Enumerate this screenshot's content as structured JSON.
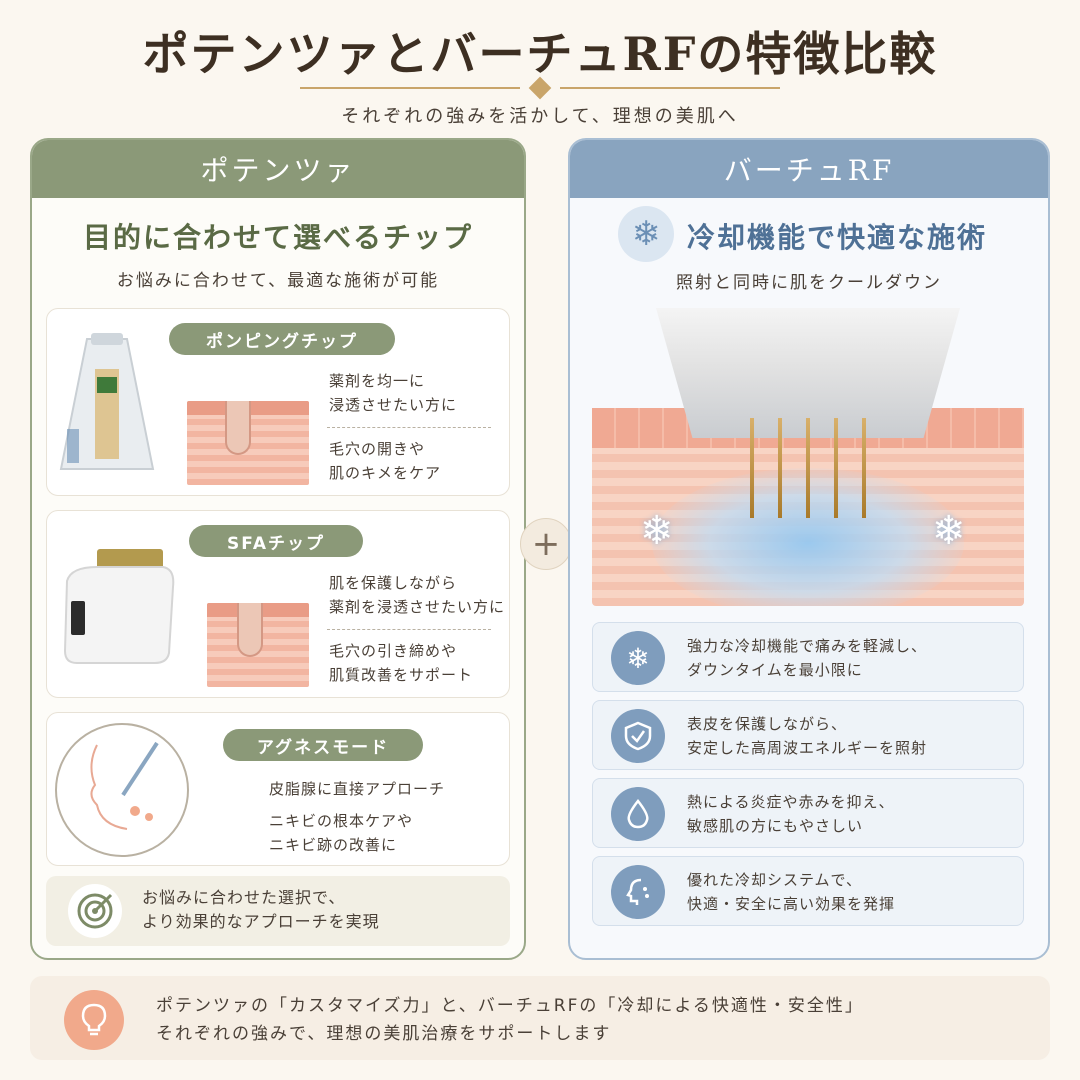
{
  "header": {
    "title": "ポテンツァとバーチュRFの特徴比較",
    "subtitle": "それぞれの強みを活かして、理想の美肌へ"
  },
  "left": {
    "name": "ポテンツァ",
    "headline": "目的に合わせて選べるチップ",
    "subline": "お悩みに合わせて、最適な施術が可能",
    "tips": [
      {
        "name": "ポンピングチップ",
        "line1": "薬剤を均一に",
        "line2": "浸透させたい方に",
        "line3": "毛穴の開きや",
        "line4": "肌のキメをケア"
      },
      {
        "name": "SFAチップ",
        "line1": "肌を保護しながら",
        "line2": "薬剤を浸透させたい方に",
        "line3": "毛穴の引き締めや",
        "line4": "肌質改善をサポート"
      },
      {
        "name": "アグネスモード",
        "line1": "皮脂腺に直接アプローチ",
        "line2": "ニキビの根本ケアや",
        "line3": "ニキビ跡の改善に"
      }
    ],
    "note": {
      "line1": "お悩みに合わせた選択で、",
      "line2": "より効果的なアプローチを実現"
    }
  },
  "right": {
    "name": "バーチュRF",
    "headline": "冷却機能で快適な施術",
    "subline": "照射と同時に肌をクールダウン",
    "features": [
      {
        "icon": "snowflake-icon",
        "line1": "強力な冷却機能で痛みを軽減し、",
        "line2": "ダウンタイムを最小限に"
      },
      {
        "icon": "shield-check-icon",
        "line1": "表皮を保護しながら、",
        "line2": "安定した高周波エネルギーを照射"
      },
      {
        "icon": "water-drop-icon",
        "line1": "熱による炎症や赤みを抑え、",
        "line2": "敏感肌の方にもやさしい"
      },
      {
        "icon": "face-profile-icon",
        "line1": "優れた冷却システムで、",
        "line2": "快適・安全に高い効果を発揮"
      }
    ]
  },
  "footer": {
    "line1": "ポテンツァの「カスタマイズ力」と、バーチュRFの「冷却による快適性・安全性」",
    "line2": "それぞれの強みで、理想の美肌治療をサポートします"
  },
  "colors": {
    "left_accent": "#8b9978",
    "right_accent": "#89a4bf",
    "title": "#3d2f22",
    "gold": "#c9a56a"
  }
}
